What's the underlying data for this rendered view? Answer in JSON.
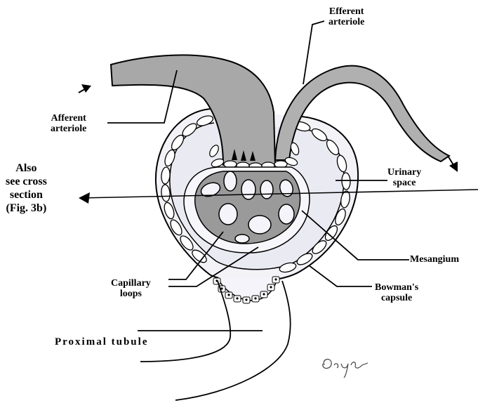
{
  "labels": {
    "efferent": {
      "line1": "Efferent",
      "line2": "arteriole"
    },
    "afferent": {
      "line1": "Afferent",
      "line2": "arteriole"
    },
    "also_see": {
      "line1": "Also",
      "line2": "see cross",
      "line3": "section",
      "line4": "(Fig. 3b)"
    },
    "urinary": {
      "line1": "Urinary",
      "line2": "space"
    },
    "mesangium": "Mesangium",
    "capillary": {
      "line1": "Capillary",
      "line2": "loops"
    },
    "bowmans": {
      "line1": "Bowman's",
      "line2": "capsule"
    },
    "proximal": "Proximal tubule"
  },
  "colors": {
    "arteriole_fill": "#a8a8a8",
    "mesangium_fill": "#9a9a9a",
    "space_fill": "#e9e9f1",
    "stroke": "#000000"
  },
  "icons": [
    "arrow-icon",
    "signature-icon"
  ]
}
